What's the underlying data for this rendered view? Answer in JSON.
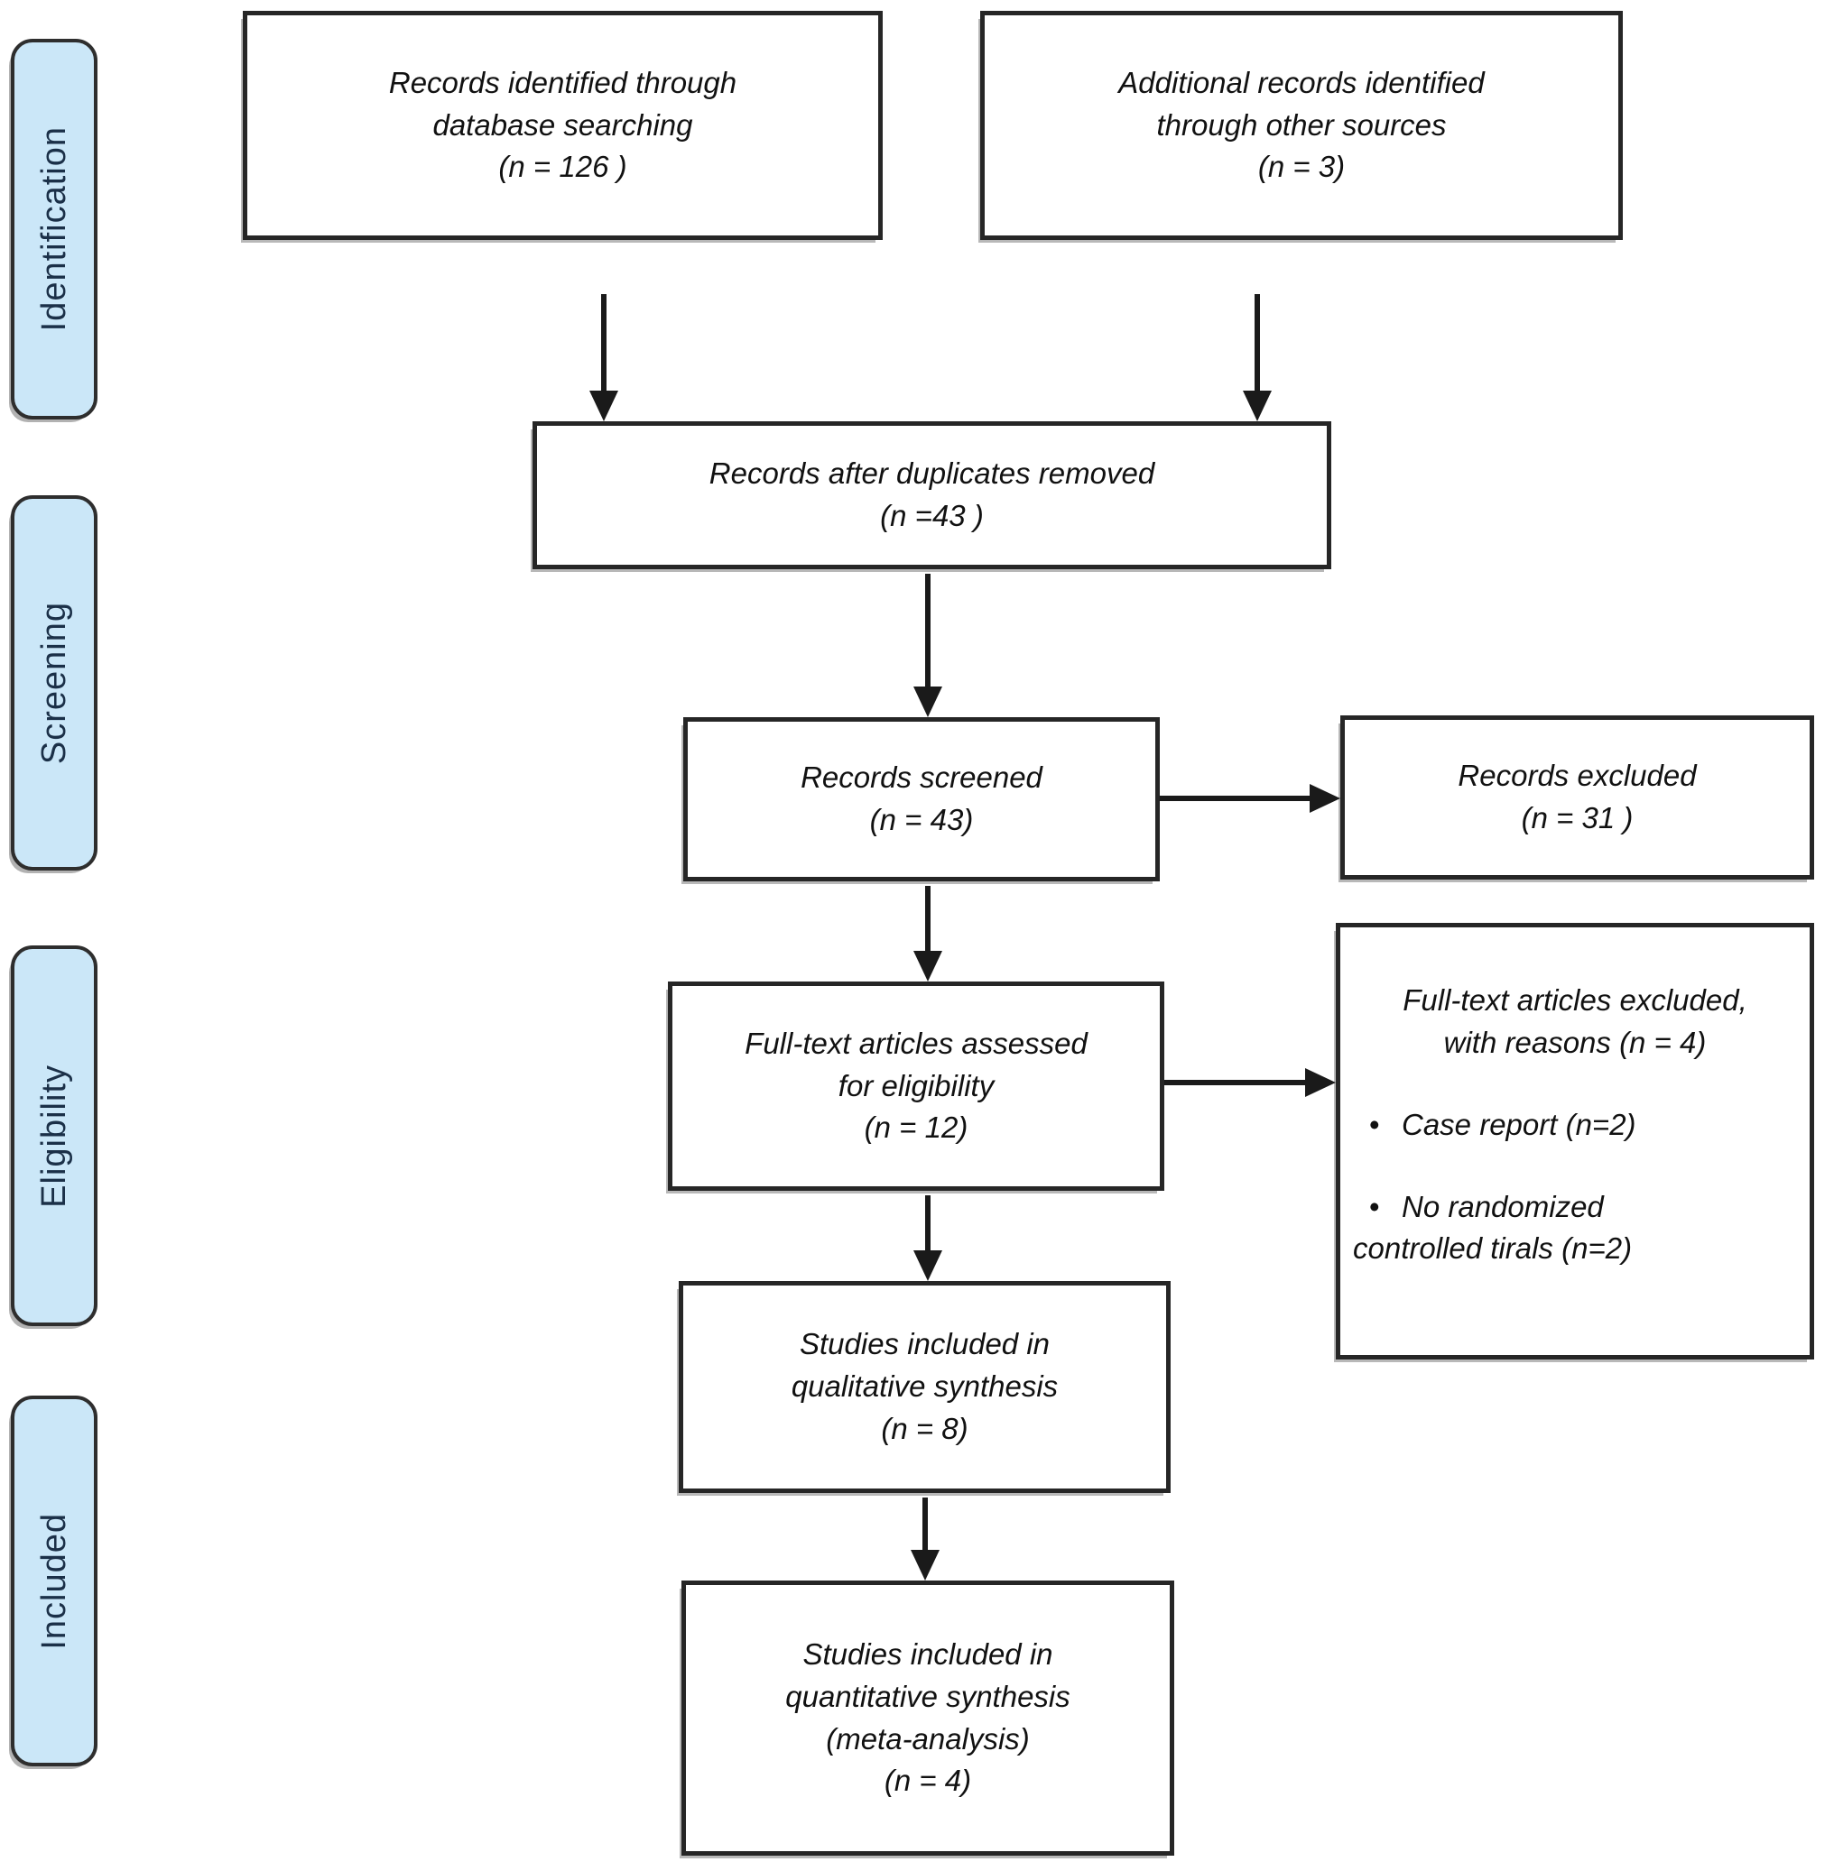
{
  "diagram_type": "PRISMA flow diagram",
  "stages": [
    {
      "label": "Identification"
    },
    {
      "label": "Screening"
    },
    {
      "label": "Eligibility"
    },
    {
      "label": "Included"
    }
  ],
  "boxes": {
    "records_identified": {
      "lines": [
        "Records identified through",
        "database searching",
        "(n = 126 )"
      ]
    },
    "additional_records": {
      "lines": [
        "Additional records identified",
        "through other sources",
        "(n = 3)"
      ]
    },
    "duplicates_removed": {
      "lines": [
        "Records after duplicates removed",
        "(n =43 )"
      ]
    },
    "records_screened": {
      "lines": [
        "Records screened",
        "(n = 43)"
      ]
    },
    "records_excluded": {
      "lines": [
        "Records excluded",
        "(n = 31 )"
      ]
    },
    "fulltext_assessed": {
      "lines": [
        "Full-text articles assessed",
        "for eligibility",
        "(n = 12)"
      ]
    },
    "fulltext_excluded": {
      "title_lines": [
        "Full-text articles excluded,",
        "with reasons (n = 4)"
      ],
      "bullets": [
        {
          "lines": [
            "Case report (n=2)"
          ]
        },
        {
          "lines": [
            "No randomized",
            "controlled tirals (n=2)"
          ]
        }
      ]
    },
    "qualitative_synthesis": {
      "lines": [
        "Studies included in",
        "qualitative synthesis",
        "(n = 8)"
      ]
    },
    "quantitative_synthesis": {
      "lines": [
        "Studies included in",
        "quantitative synthesis",
        "(meta-analysis)",
        "(n = 4)"
      ]
    }
  },
  "colors": {
    "stage_fill": "#cbe7f8",
    "stage_border": "#2e2e2e",
    "stage_text": "#1b3048",
    "box_border": "#262626",
    "box_text": "#111111",
    "arrow": "#1a1a1a",
    "background": "#ffffff"
  }
}
